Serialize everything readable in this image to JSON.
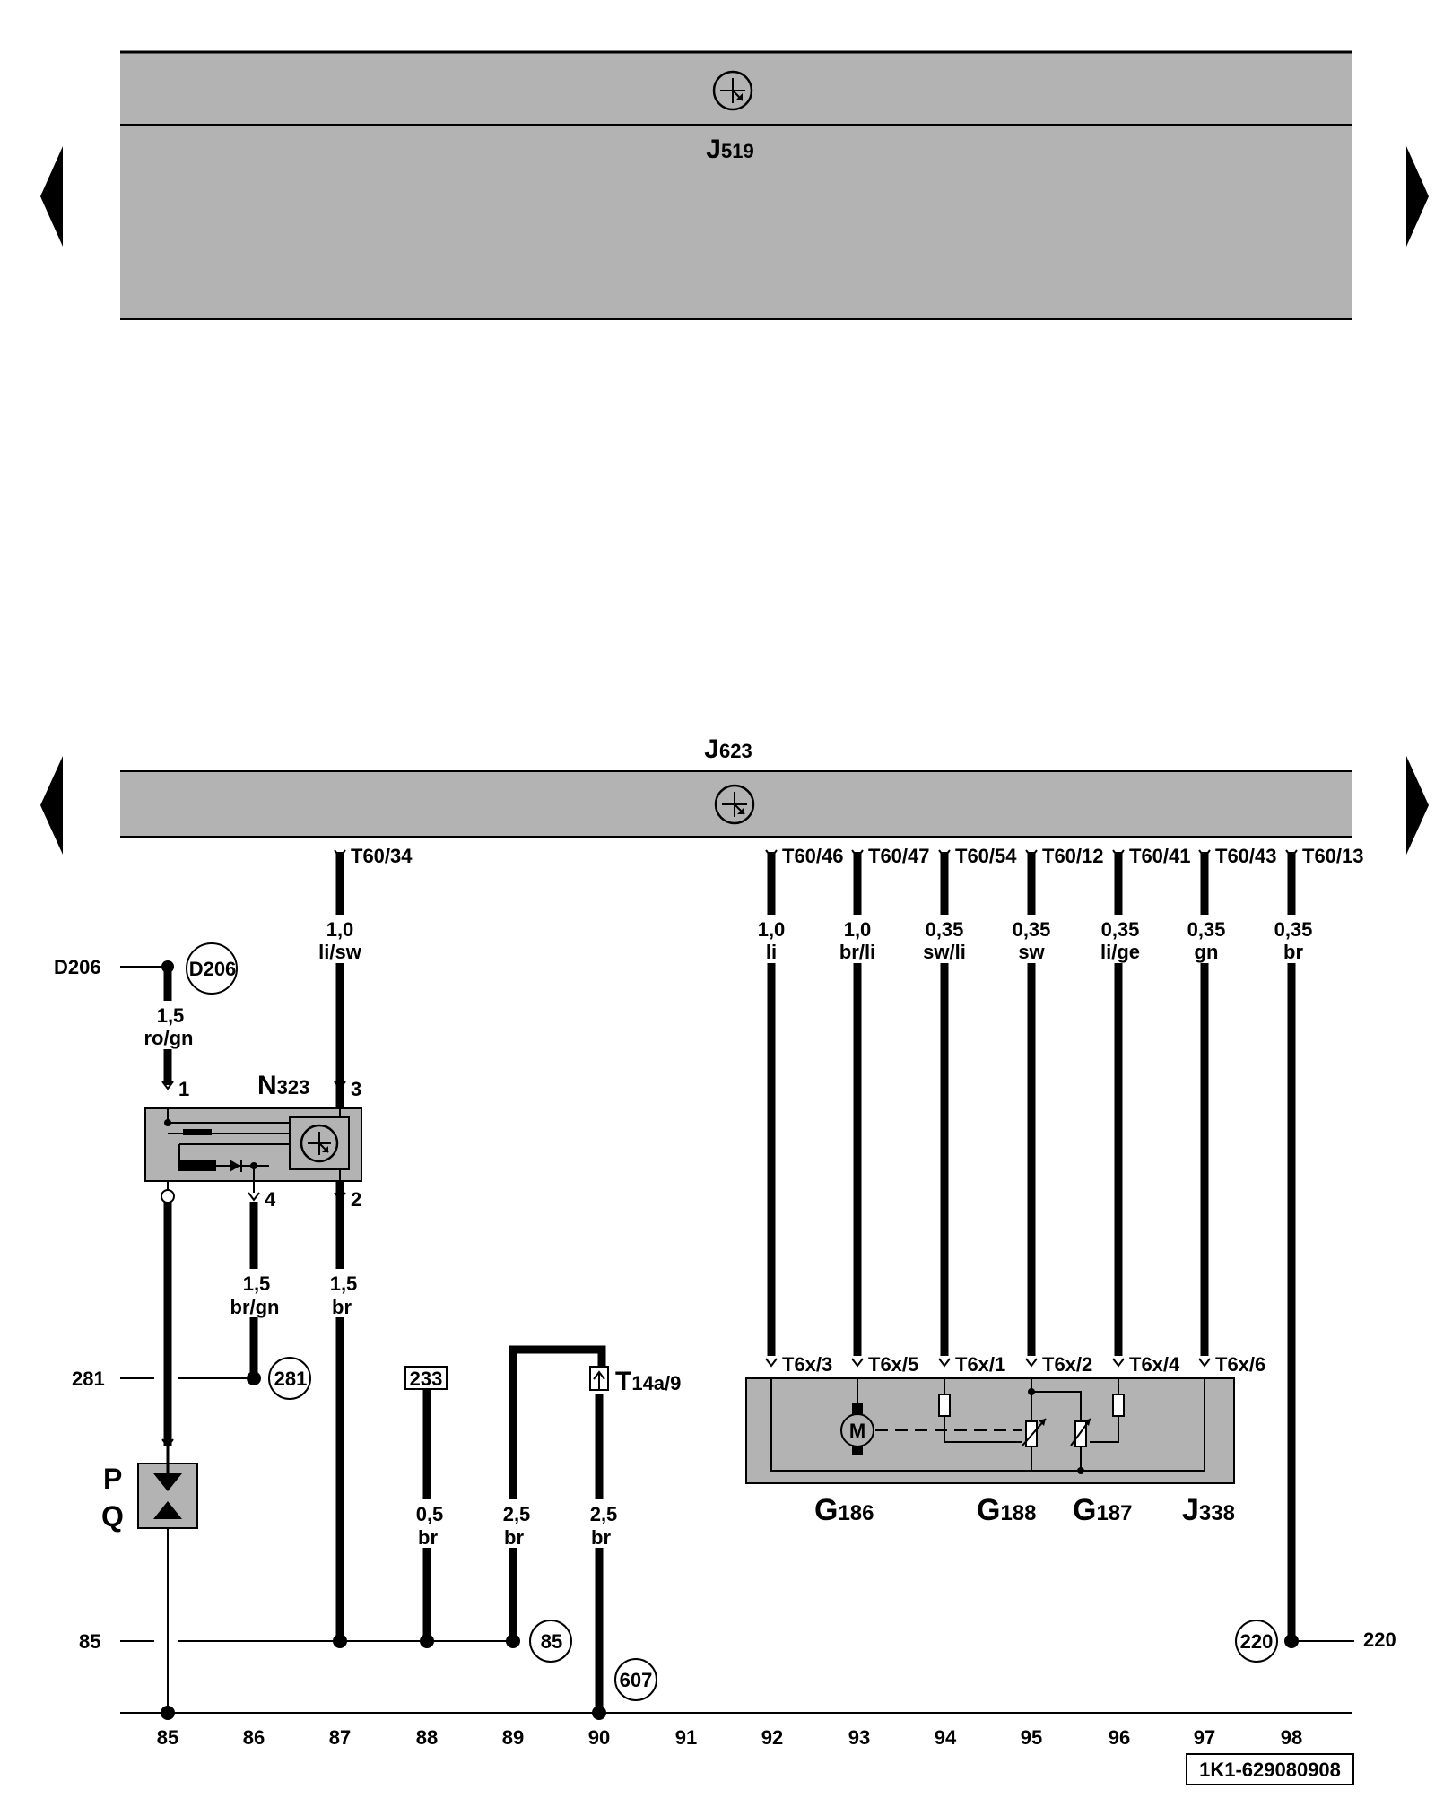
{
  "nav": {
    "prev_label": "previous",
    "next_label": "next"
  },
  "modules": {
    "j519": {
      "letter": "J",
      "num": "519"
    },
    "j623": {
      "letter": "J",
      "num": "623"
    },
    "n323": {
      "letter": "N",
      "num": "323"
    },
    "g186": {
      "letter": "G",
      "num": "186"
    },
    "g188": {
      "letter": "G",
      "num": "188"
    },
    "g187": {
      "letter": "G",
      "num": "187"
    },
    "j338": {
      "letter": "J",
      "num": "338"
    },
    "t14a": {
      "letter": "T",
      "num": "14a/9"
    },
    "pq": {
      "p": "P",
      "q": "Q"
    },
    "motor_symbol": "M"
  },
  "pins_top": [
    "T60/34",
    "T60/46",
    "T60/47",
    "T60/54",
    "T60/12",
    "T60/41",
    "T60/43",
    "T60/13"
  ],
  "pins_bottom": [
    "T6x/3",
    "T6x/5",
    "T6x/1",
    "T6x/2",
    "T6x/4",
    "T6x/6"
  ],
  "n323_pins": [
    "1",
    "3",
    "4",
    "2"
  ],
  "wires": [
    {
      "size": "1,0",
      "color": "li/sw"
    },
    {
      "size": "1,0",
      "color": "li"
    },
    {
      "size": "1,0",
      "color": "br/li"
    },
    {
      "size": "0,35",
      "color": "sw/li"
    },
    {
      "size": "0,35",
      "color": "sw"
    },
    {
      "size": "0,35",
      "color": "li/ge"
    },
    {
      "size": "0,35",
      "color": "gn"
    },
    {
      "size": "0,35",
      "color": "br"
    },
    {
      "size": "1,5",
      "color": "ro/gn"
    },
    {
      "size": "1,5",
      "color": "br/gn"
    },
    {
      "size": "1,5",
      "color": "br"
    },
    {
      "size": "0,5",
      "color": "br"
    },
    {
      "size": "2,5",
      "color": "br"
    },
    {
      "size": "2,5",
      "color": "br"
    }
  ],
  "refs": {
    "d206_left": "D206",
    "d206_circle": "D206",
    "r281_left": "281",
    "r281_circle": "281",
    "r85_left": "85",
    "r85_circle": "85",
    "r233_box": "233",
    "r607_circle": "607",
    "r220_circle": "220",
    "r220_right": "220"
  },
  "columns": [
    "85",
    "86",
    "87",
    "88",
    "89",
    "90",
    "91",
    "92",
    "93",
    "94",
    "95",
    "96",
    "97",
    "98"
  ],
  "doc_code": "1K1-629080908"
}
